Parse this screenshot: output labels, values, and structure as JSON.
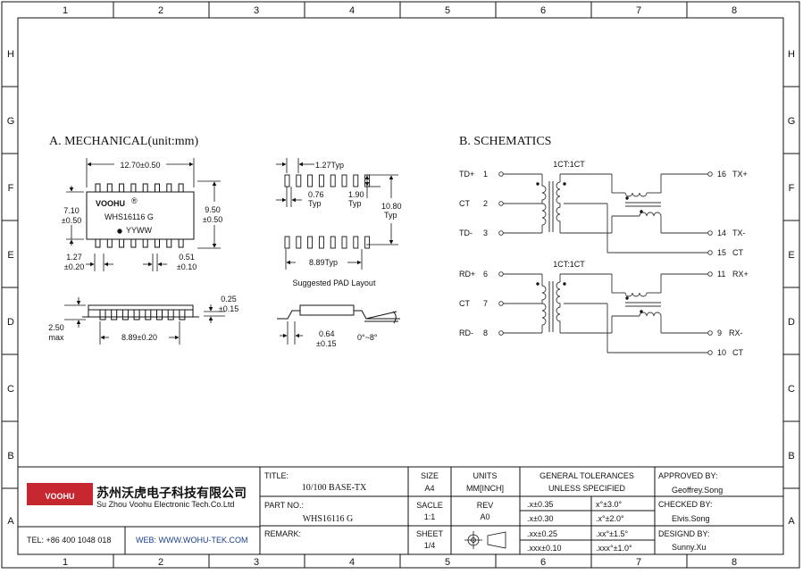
{
  "frame": {
    "col_labels": [
      "1",
      "2",
      "3",
      "4",
      "5",
      "6",
      "7",
      "8"
    ],
    "row_labels": [
      "H",
      "G",
      "F",
      "E",
      "D",
      "C",
      "B",
      "A"
    ]
  },
  "mechanical": {
    "title": "A. MECHANICAL(unit:mm)",
    "brand": "VOOHU",
    "reg_mark": "®",
    "part": "WHS16116 G",
    "datecode": "YYWW",
    "dim_width": "12.70±0.50",
    "dim_height1": "7.10",
    "dim_height2": "±0.50",
    "dim_body1": "9.50",
    "dim_body2": "±0.50",
    "dim_pitch1": "1.27",
    "dim_pitch2": "±0.20",
    "dim_lead1": "0.51",
    "dim_lead2": "±0.10",
    "dim_thk1": "0.25",
    "dim_thk2": "±0.15",
    "dim_span": "8.89±0.20",
    "dim_ht1": "2.50",
    "dim_ht2": "max",
    "pad_pitch": "1.27Typ",
    "pad_w1": "0.76",
    "pad_w2": "Typ",
    "pad_l1": "1.90",
    "pad_l2": "Typ",
    "pad_tot1": "10.80",
    "pad_tot2": "Typ",
    "pad_span": "8.89Typ",
    "pad_caption": "Suggested PAD Layout",
    "foot1": "0.64",
    "foot2": "±0.15",
    "angle": "0°~8°"
  },
  "schematic": {
    "title": "B. SCHEMATICS",
    "ratio_top": "1CT:1CT",
    "ratio_bot": "1CT:1CT",
    "tx_in": [
      {
        "name": "TD+",
        "pin": "1"
      },
      {
        "name": "CT",
        "pin": "2"
      },
      {
        "name": "TD-",
        "pin": "3"
      }
    ],
    "rx_in": [
      {
        "name": "RD+",
        "pin": "6"
      },
      {
        "name": "CT",
        "pin": "7"
      },
      {
        "name": "RD-",
        "pin": "8"
      }
    ],
    "tx_out": [
      {
        "pin": "16",
        "name": "TX+"
      },
      {
        "pin": "14",
        "name": "TX-"
      },
      {
        "pin": "15",
        "name": "CT"
      }
    ],
    "rx_out": [
      {
        "pin": "11",
        "name": "RX+"
      },
      {
        "pin": "9",
        "name": "RX-"
      },
      {
        "pin": "10",
        "name": "CT"
      }
    ]
  },
  "title_block": {
    "logo": "VOOHU",
    "company_cn": "苏州沃虎电子科技有限公司",
    "company_en": "Su Zhou Voohu Electronic Tech.Co.Ltd",
    "tel": "TEL: +86 400 1048 018",
    "web": "WEB: WWW.WOHU-TEK.COM",
    "title_label": "TITLE:",
    "title_value": "10/100 BASE-TX",
    "partno_label": "PART NO.:",
    "partno_value": "WHS16116 G",
    "remark_label": "REMARK:",
    "size_label": "SIZE",
    "size_value": "A4",
    "scale_label": "SACLE",
    "scale_value": "1:1",
    "sheet_label": "SHEET",
    "sheet_value": "1/4",
    "units_label": "UNITS",
    "units_value": "MM[INCH]",
    "rev_label": "REV",
    "rev_value": "A0",
    "tol_title1": "GENERAL TOLERANCES",
    "tol_title2": "UNLESS SPECIFIED",
    "tol": [
      ".x±0.35",
      "x°±3.0°",
      ".x±0.30",
      ".x°±2.0°",
      ".xx±0.25",
      ".xx°±1.5°",
      ".xxx±0.10",
      ".xxx°±1.0°"
    ],
    "approved_label": "APPROVED BY:",
    "approved_value": "Geoffrey.Song",
    "checked_label": "CHECKED BY:",
    "checked_value": "Elvis.Song",
    "designed_label": "DESIGND BY:",
    "designed_value": "Sunny.Xu"
  }
}
